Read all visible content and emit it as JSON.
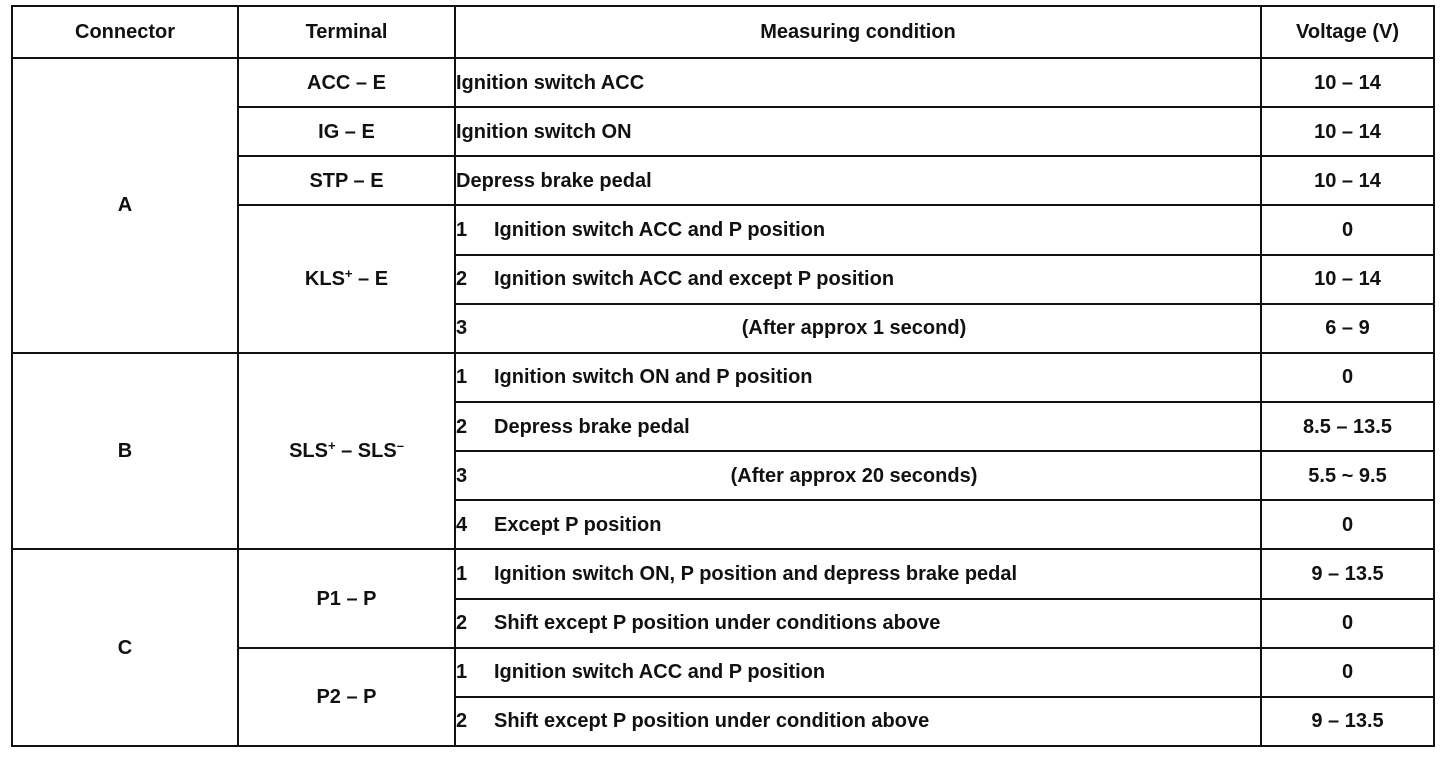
{
  "headers": {
    "connector": "Connector",
    "terminal": "Terminal",
    "condition": "Measuring condition",
    "voltage": "Voltage (V)"
  },
  "connectors": {
    "a": "A",
    "b": "B",
    "c": "C"
  },
  "terminals": {
    "acc_e": "ACC – E",
    "ig_e": "IG – E",
    "stp_e": "STP – E",
    "kls_base": "KLS",
    "kls_plus": "+",
    "kls_tail": " – E",
    "sls_base": "SLS",
    "sls_plus": "+",
    "sls_mid": " – SLS",
    "sls_minus": "–",
    "p1_p": "P1 – P",
    "p2_p": "P2 – P"
  },
  "rows": [
    {
      "step": "",
      "condition": "Ignition switch ACC",
      "voltage": "10 – 14"
    },
    {
      "step": "",
      "condition": "Ignition switch ON",
      "voltage": "10 – 14"
    },
    {
      "step": "",
      "condition": "Depress brake pedal",
      "voltage": "10 – 14"
    },
    {
      "step": "1",
      "condition": "Ignition switch ACC and P position",
      "voltage": "0"
    },
    {
      "step": "2",
      "condition": "Ignition switch ACC and except P position",
      "voltage": "10 – 14"
    },
    {
      "step": "3",
      "condition": "(After approx 1 second)",
      "voltage": "6 – 9"
    },
    {
      "step": "1",
      "condition": "Ignition switch ON and P position",
      "voltage": "0"
    },
    {
      "step": "2",
      "condition": "Depress brake pedal",
      "voltage": "8.5 – 13.5"
    },
    {
      "step": "3",
      "condition": "(After approx 20 seconds)",
      "voltage": "5.5 ~ 9.5"
    },
    {
      "step": "4",
      "condition": "Except P position",
      "voltage": "0"
    },
    {
      "step": "1",
      "condition": "Ignition switch ON, P position and depress brake pedal",
      "voltage": "9 – 13.5"
    },
    {
      "step": "2",
      "condition": "Shift except P position under conditions above",
      "voltage": "0"
    },
    {
      "step": "1",
      "condition": "Ignition switch ACC and P position",
      "voltage": "0"
    },
    {
      "step": "2",
      "condition": "Shift except P position under condition above",
      "voltage": "9 – 13.5"
    }
  ]
}
